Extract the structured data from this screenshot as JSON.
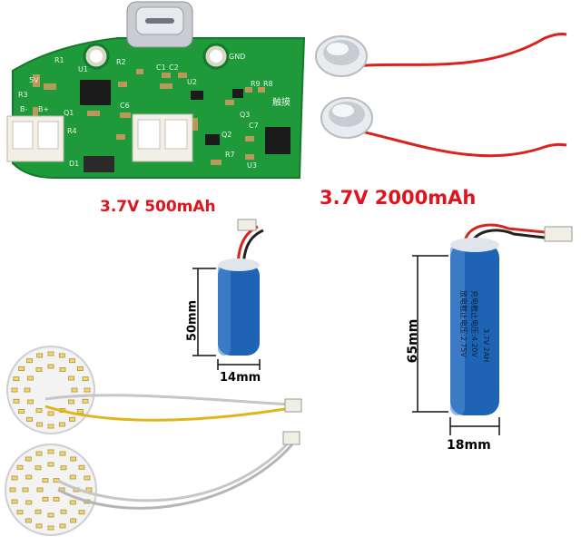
{
  "captions": {
    "small_capacity": "3.7V 500mAh",
    "large_capacity": "3.7V 2000mAh"
  },
  "dimensions": {
    "small_height": "50mm",
    "small_width": "14mm",
    "large_height": "65mm",
    "large_width": "18mm"
  },
  "pcb_labels": {
    "r1": "R1",
    "u1": "U1",
    "r2": "R2",
    "c1": "C1",
    "c2": "C2",
    "gnd": "GND",
    "fivev": "5V",
    "r3": "R3",
    "r4": "R4",
    "r9": "R9",
    "r8": "R8",
    "u2": "U2",
    "bminus": "B-",
    "bplus": "B+",
    "c6": "C6",
    "c7": "C7",
    "q1": "Q1",
    "q2": "Q2",
    "q3": "Q3",
    "d1": "D1",
    "r7": "R7",
    "u3": "U3",
    "touch": "触摸"
  },
  "battery_label": {
    "line1": "3.7V 2AH",
    "line2": "充电截止电压:4.20V",
    "line3": "放电截止电压:2.75V"
  },
  "colors": {
    "caption": "#e0141c",
    "pcb_green": "#1f9a3a",
    "battery_blue": "#1e63b4",
    "wire_red": "#d8231f"
  }
}
